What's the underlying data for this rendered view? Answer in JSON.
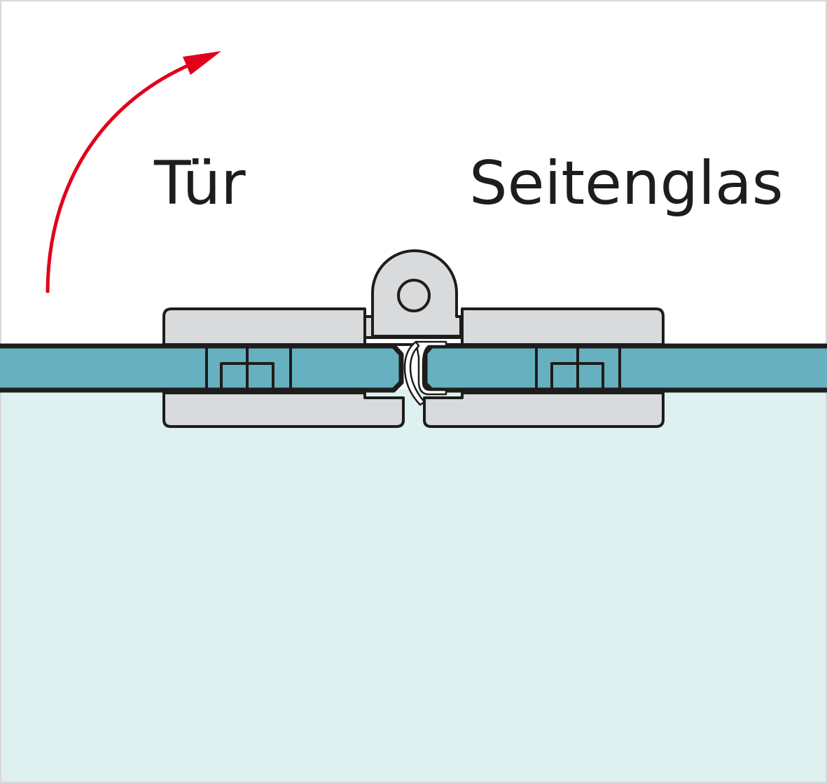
{
  "labels": {
    "door": "Tür",
    "side_glass": "Seitenglas"
  },
  "colors": {
    "glass": "#67b0bf",
    "background_below": "#dff0f0",
    "metal": "#d9dadc",
    "outline": "#1d1d1b",
    "arrow": "#e2001a"
  },
  "icons": {
    "arrow": "curved-arrow-opening-direction"
  }
}
